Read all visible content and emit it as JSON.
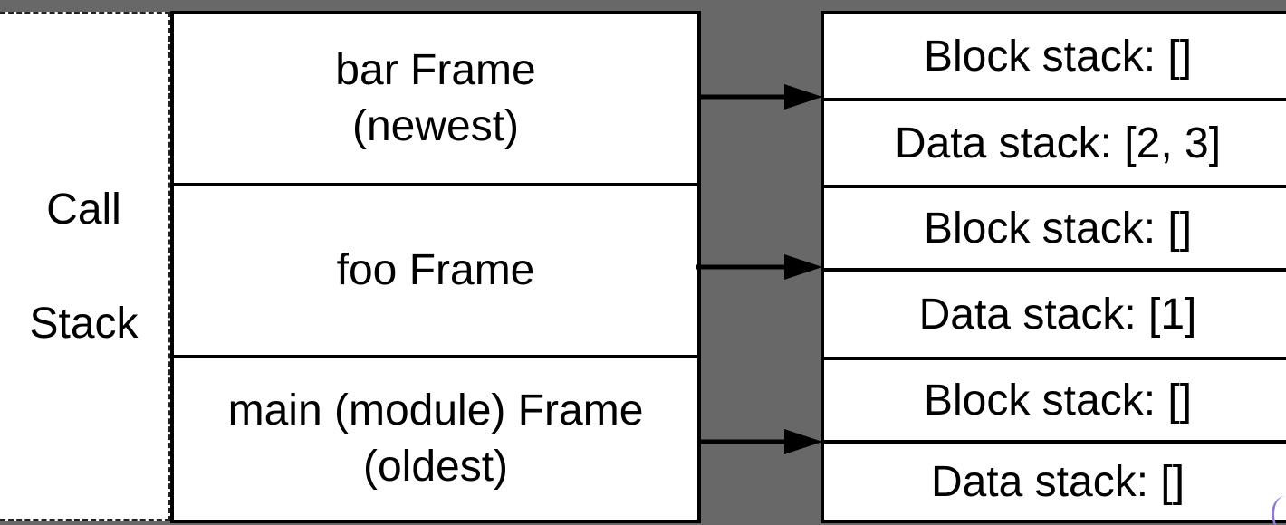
{
  "call_stack_label": {
    "line1": "Call",
    "line2": "Stack"
  },
  "frames": [
    {
      "line1": "bar Frame",
      "line2": "(newest)"
    },
    {
      "line1": "foo Frame",
      "line2": ""
    },
    {
      "line1": "main (module) Frame",
      "line2": "(oldest)"
    }
  ],
  "stacks": [
    {
      "block": "Block stack: []",
      "data": "Data stack: [2, 3]"
    },
    {
      "block": "Block stack: []",
      "data": "Data stack: [1]"
    },
    {
      "block": "Block stack: []",
      "data": "Data stack: []"
    }
  ],
  "colors": {
    "background": "#686868",
    "box_fill": "#ffffff",
    "stroke": "#000000"
  }
}
